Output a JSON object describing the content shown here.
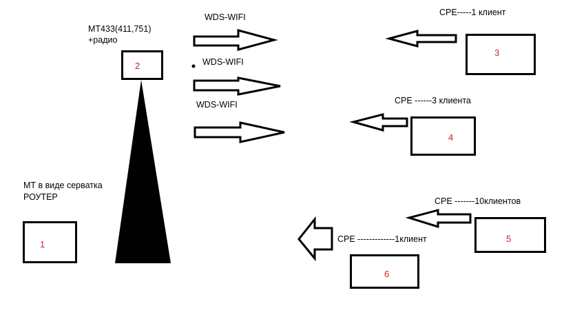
{
  "colors": {
    "stroke": "#000000",
    "fill": "#ffffff",
    "number": "#cc2222",
    "tower": "#000000"
  },
  "router": {
    "line1": "МТ в виде серватка",
    "line2": "РОУТЕР",
    "number": "1"
  },
  "tower_node": {
    "line1": "МТ433(411,751)",
    "line2": "+радио",
    "number": "2"
  },
  "wds_labels": [
    "WDS-WIFI",
    "WDS-WIFI",
    "WDS-WIFI"
  ],
  "cpe_nodes": [
    {
      "label": "CPE-----1 клиент",
      "number": "3"
    },
    {
      "label": "CPE ------3 клиента",
      "number": "4"
    },
    {
      "label": "CPE -------10клиентов",
      "number": "5"
    },
    {
      "label": "CPE -------------1клиент",
      "number": "6"
    }
  ]
}
